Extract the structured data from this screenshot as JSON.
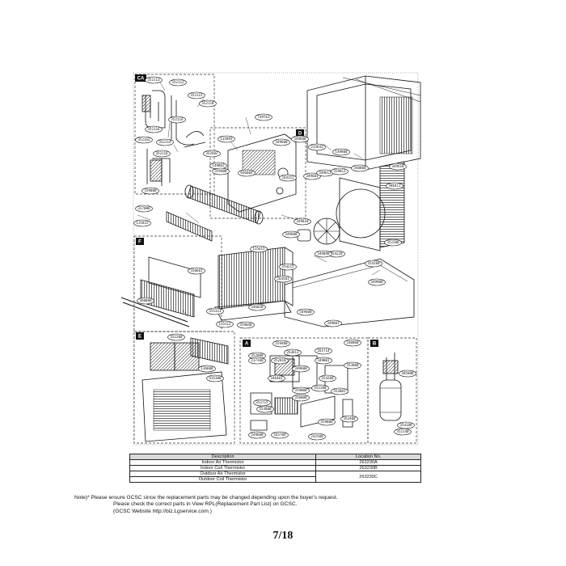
{
  "diagram": {
    "section_labels": [
      "CA",
      "D",
      "F",
      "E",
      "A",
      "B"
    ],
    "callouts": {
      "ca": [
        "352113",
        "352112",
        "352115",
        "352118",
        "352116",
        "352116",
        "352162",
        "352114",
        "352116",
        "359000"
      ],
      "cabinet": [
        "749761",
        "135893",
        "349600",
        "349608",
        "235641",
        "149800",
        "352602",
        "149B62",
        "359400",
        "646604",
        "264151",
        "349601",
        "349611",
        "359013",
        "349610"
      ],
      "front": [
        "327000",
        "135815",
        "350601",
        "355313",
        "135312",
        "360800",
        "359040",
        "135415"
      ],
      "fan": [
        "349810",
        "349600",
        "354220",
        "354280",
        "349900",
        "352200",
        "386411",
        "340800",
        "349890",
        "354215",
        "264501",
        "346820",
        "349600",
        "349601"
      ],
      "e": [
        "352200",
        "136600",
        "435300"
      ],
      "a": [
        "359400",
        "352800",
        "237200",
        "352810",
        "263813",
        "346401",
        "265714",
        "240860",
        "349600",
        "349B01",
        "353800",
        "354200",
        "352200",
        "359000",
        "352B01",
        "350800",
        "352715",
        "353800",
        "352400",
        "359800",
        "249600",
        "265709",
        "242500"
      ],
      "b": [
        "385800",
        "354180",
        "352140"
      ]
    }
  },
  "parts_table": {
    "header": {
      "description": "Description",
      "location": "Location No."
    },
    "rows": [
      {
        "description": "Indoor Air Thermistor",
        "location": "263230A"
      },
      {
        "description": "Indoor Coil Thermistor",
        "location": "263230B"
      },
      {
        "description": "Outdoor Air Thermistor",
        "location": ""
      },
      {
        "description": "Outdoor Coil Thermistor",
        "location": "263230C"
      }
    ]
  },
  "note": {
    "line1": "Note)* Please ensure GCSC since the replacement parts may be changed depending upon the buyer's request.",
    "line2": "Please check  the correct parts in View RPL(Replacement Part List) on GCSC.",
    "line3": "(GCSC Website  http://biz.Lgservice.com.)"
  },
  "page_number": "7/18"
}
